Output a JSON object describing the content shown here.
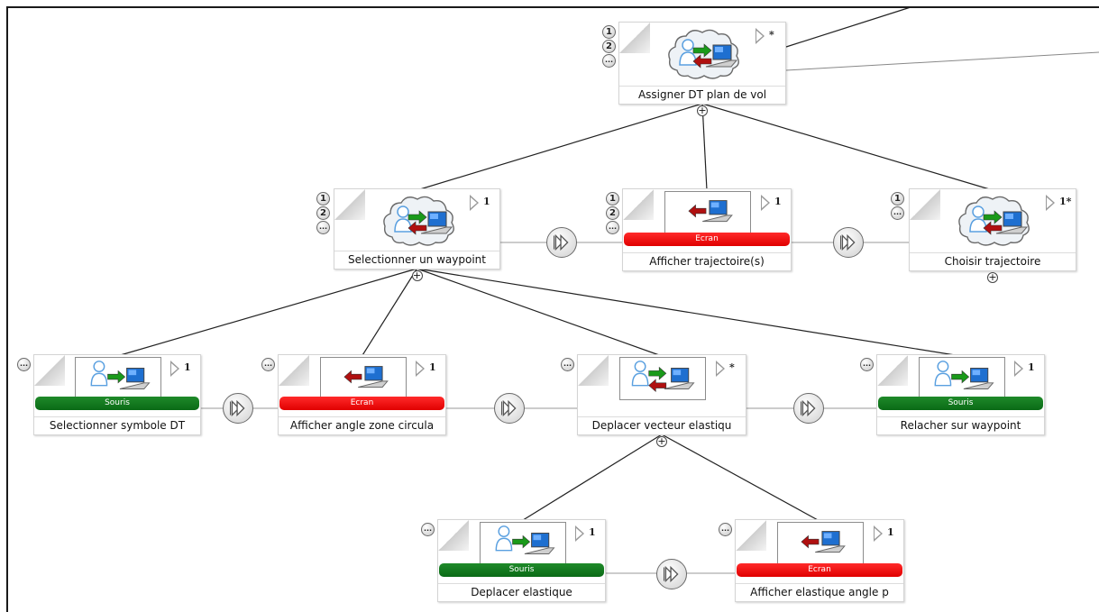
{
  "diagram": {
    "tasks": [
      {
        "id": "assigner",
        "label": "Assigner DT plan de vol",
        "type": "abstract",
        "iteration": "*",
        "circles": [
          "1",
          "2",
          "..."
        ],
        "bar": null,
        "plus": true
      },
      {
        "id": "selectionner-waypoint",
        "label": "Selectionner un waypoint",
        "type": "abstract",
        "iteration": "1",
        "circles": [
          "1",
          "2",
          "..."
        ],
        "bar": null,
        "plus": true
      },
      {
        "id": "afficher-trajectoire",
        "label": "Afficher trajectoire(s)",
        "type": "output",
        "iteration": "1",
        "circles": [
          "1",
          "2",
          "..."
        ],
        "bar": {
          "text": "Ecran",
          "color": "red"
        },
        "plus": false
      },
      {
        "id": "choisir-trajectoire",
        "label": "Choisir trajectoire",
        "type": "abstract",
        "iteration": "1*",
        "circles": [
          "1",
          "..."
        ],
        "bar": null,
        "plus": true
      },
      {
        "id": "selectionner-symbole",
        "label": "Selectionner symbole DT",
        "type": "input",
        "iteration": "1",
        "circles": [
          "..."
        ],
        "bar": {
          "text": "Souris",
          "color": "green"
        },
        "plus": false
      },
      {
        "id": "afficher-angle",
        "label": "Afficher angle zone circula",
        "type": "output",
        "iteration": "1",
        "circles": [
          "..."
        ],
        "bar": {
          "text": "Ecran",
          "color": "red"
        },
        "plus": false
      },
      {
        "id": "deplacer-vecteur",
        "label": "Deplacer vecteur elastiqu",
        "type": "interaction",
        "iteration": "*",
        "circles": [
          "..."
        ],
        "bar": null,
        "plus": true
      },
      {
        "id": "relacher-waypoint",
        "label": "Relacher sur waypoint",
        "type": "input",
        "iteration": "1",
        "circles": [
          "..."
        ],
        "bar": {
          "text": "Souris",
          "color": "green"
        },
        "plus": false
      },
      {
        "id": "deplacer-elastique",
        "label": "Deplacer elastique",
        "type": "input",
        "iteration": "1",
        "circles": [
          "..."
        ],
        "bar": {
          "text": "Souris",
          "color": "green"
        },
        "plus": false
      },
      {
        "id": "afficher-elastique-angle",
        "label": "Afficher elastique angle p",
        "type": "output",
        "iteration": "1",
        "circles": [
          "..."
        ],
        "bar": {
          "text": "Ecran",
          "color": "red"
        },
        "plus": false
      }
    ],
    "operators": [
      {
        "id": "op-1",
        "from": "selectionner-waypoint",
        "to": "afficher-trajectoire"
      },
      {
        "id": "op-2",
        "from": "afficher-trajectoire",
        "to": "choisir-trajectoire"
      },
      {
        "id": "op-3",
        "from": "selectionner-symbole",
        "to": "afficher-angle"
      },
      {
        "id": "op-4",
        "from": "afficher-angle",
        "to": "deplacer-vecteur"
      },
      {
        "id": "op-5",
        "from": "deplacer-vecteur",
        "to": "relacher-waypoint"
      },
      {
        "id": "op-6",
        "from": "deplacer-elastique",
        "to": "afficher-elastique-angle"
      }
    ],
    "edges": [
      [
        "assigner",
        "selectionner-waypoint"
      ],
      [
        "assigner",
        "afficher-trajectoire"
      ],
      [
        "assigner",
        "choisir-trajectoire"
      ],
      [
        "selectionner-waypoint",
        "selectionner-symbole"
      ],
      [
        "selectionner-waypoint",
        "afficher-angle"
      ],
      [
        "selectionner-waypoint",
        "deplacer-vecteur"
      ],
      [
        "selectionner-waypoint",
        "relacher-waypoint"
      ],
      [
        "deplacer-vecteur",
        "deplacer-elastique"
      ],
      [
        "deplacer-vecteur",
        "afficher-elastique-angle"
      ]
    ],
    "colors": {
      "input_bar": "#0a6a16",
      "output_bar": "#e00000",
      "arrow_green": "#1a9a1a",
      "arrow_red": "#b01010",
      "screen_blue": "#1e6fd0"
    }
  }
}
